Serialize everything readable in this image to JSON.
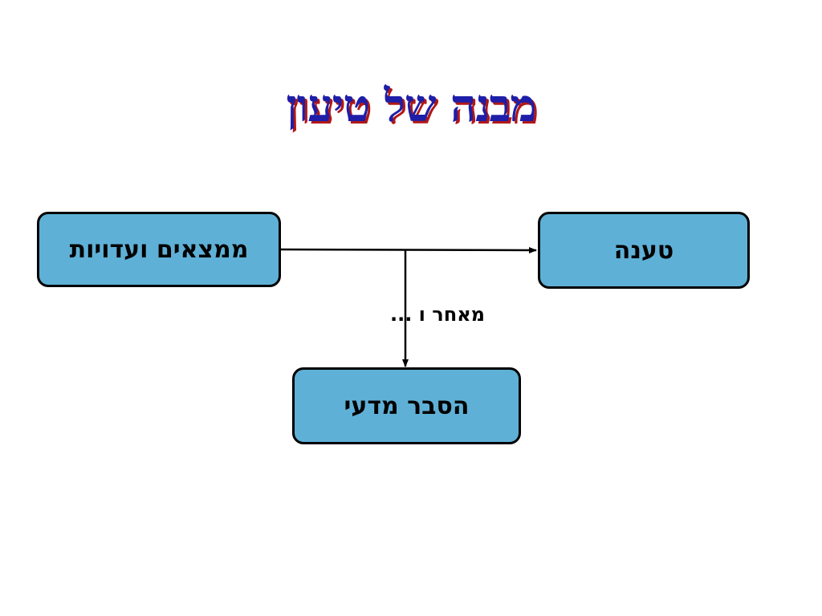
{
  "title": "מבנה של טיעון",
  "nodes": {
    "evidence": "ממצאים ועדויות",
    "claim": "טענה",
    "explanation": "הסבר מדעי"
  },
  "connector_label": "מאחר ו ...",
  "colors": {
    "title_text": "#1e1ea8",
    "title_shadow": "#b01818",
    "box_fill": "#5fb0d6",
    "box_border": "#000000"
  }
}
